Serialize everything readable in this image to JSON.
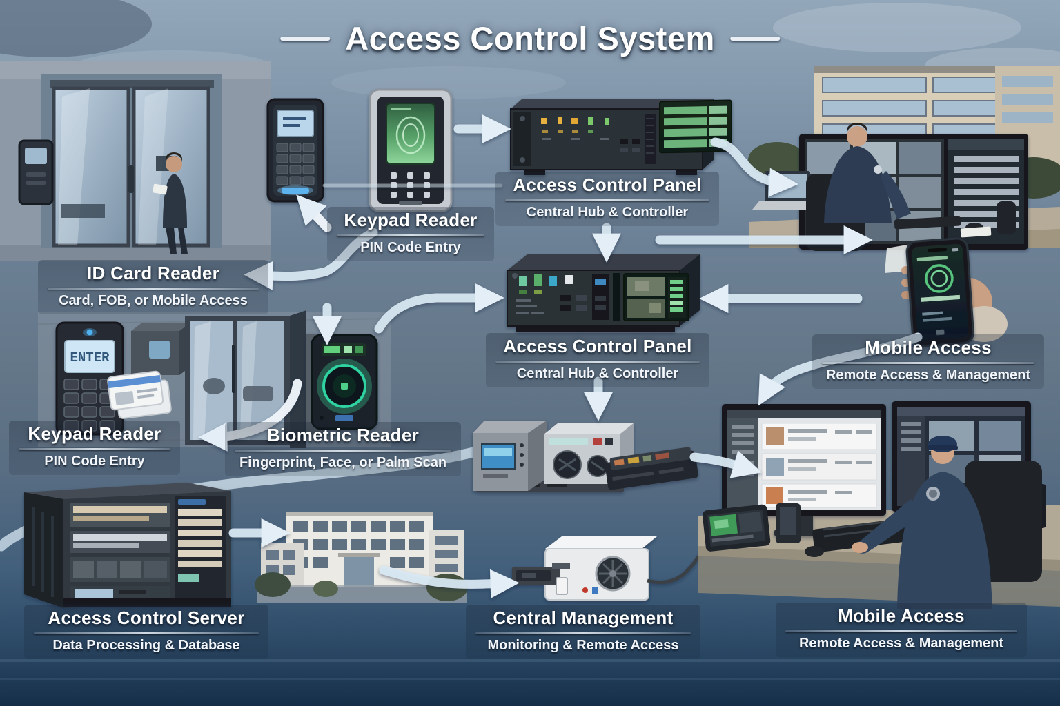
{
  "title": "Access Control System",
  "nodes": {
    "keypad_top": {
      "title": "Keypad Reader",
      "subtitle": "PIN Code Entry"
    },
    "panel_top": {
      "title": "Access Control Panel",
      "subtitle": "Central Hub & Controller"
    },
    "id_card": {
      "title": "ID Card Reader",
      "subtitle": "Card, FOB, or Mobile Access"
    },
    "panel_mid": {
      "title": "Access Control Panel",
      "subtitle": "Central Hub & Controller"
    },
    "mobile_right": {
      "title": "Mobile Access",
      "subtitle": "Remote Access & Management"
    },
    "keypad_left": {
      "title": "Keypad Reader",
      "subtitle": "PIN Code Entry"
    },
    "biometric": {
      "title": "Biometric Reader",
      "subtitle": "Fingerprint, Face, or Palm Scan"
    },
    "server": {
      "title": "Access Control Server",
      "subtitle": "Data Processing & Database"
    },
    "central_mgmt": {
      "title": "Central Management",
      "subtitle": "Monitoring & Remote Access"
    },
    "mobile_bottom": {
      "title": "Mobile Access",
      "subtitle": "Remote Access & Management"
    }
  },
  "devices": {
    "keypad_lcd_text": "ENTER"
  },
  "connections": [
    {
      "from": "keypad_reader_terminal",
      "to": "access_control_panel_top"
    },
    {
      "from": "access_control_panel_top",
      "to": "security_monitoring_station"
    },
    {
      "from": "access_control_panel_top",
      "to": "access_control_panel_mid"
    },
    {
      "from": "biometric_reader",
      "to": "access_control_panel_mid"
    },
    {
      "from": "access_control_panel_mid",
      "to": "mobile_access_phone"
    },
    {
      "from": "mobile_access_phone",
      "to": "access_control_panel_mid"
    },
    {
      "from": "door_entry",
      "to": "id_card_reader"
    },
    {
      "from": "door_entry",
      "to": "keypad_reader_left"
    },
    {
      "from": "access_control_panel_mid",
      "to": "management_hardware"
    },
    {
      "from": "access_control_server",
      "to": "central_management"
    },
    {
      "from": "central_management",
      "to": "monitoring_workstation"
    }
  ],
  "colors": {
    "arrow": "#d8e8f3",
    "arrow_bright": "#eef5fa",
    "arrow_head": "#e4eef7",
    "label_text": "#ffffff",
    "led_amber": "#e7b13f",
    "led_green": "#7cc96c",
    "led_blue": "#4fb1ef",
    "screen_green": "#7ecf8e",
    "lcd_blue": "#cfe6f6",
    "glow_teal": "#3fd6a0",
    "phone_green": "#58c57f"
  }
}
